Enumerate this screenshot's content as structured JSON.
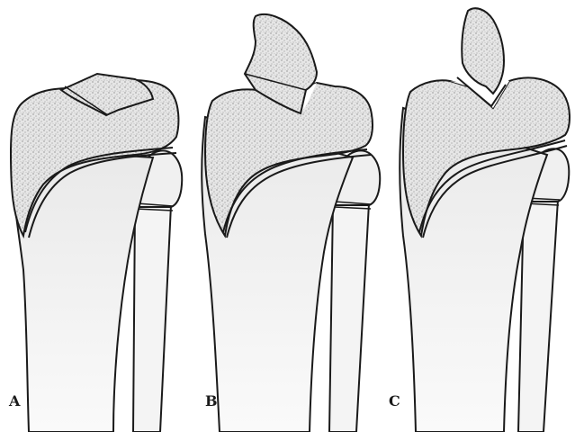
{
  "figure": {
    "panels": [
      {
        "label": "A"
      },
      {
        "label": "B"
      },
      {
        "label": "C"
      }
    ],
    "colors": {
      "outline": "#1a1a1a",
      "bone_fill": "#f2f2f2",
      "cancellous_fill": "#e3e3e3",
      "stipple": "#6b6b6b",
      "background": "#ffffff"
    }
  }
}
